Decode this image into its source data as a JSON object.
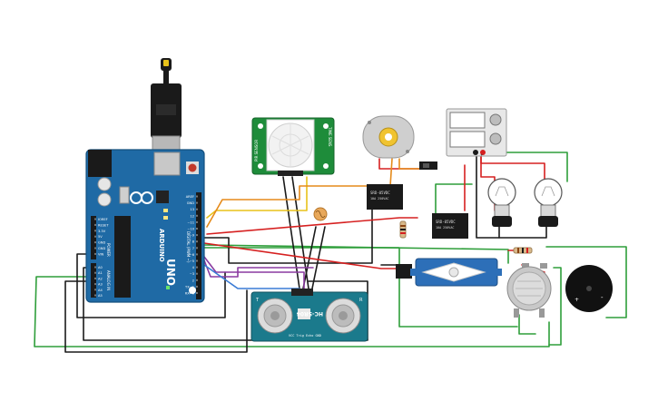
{
  "colors": {
    "board": "#1f6aa5",
    "board_dark": "#14507e",
    "wire_black": "#1a1a1a",
    "wire_red": "#d62020",
    "wire_green": "#2e9e3a",
    "wire_yellow": "#e8c21a",
    "wire_orange": "#e58a1a",
    "wire_purple": "#8a3aa0",
    "wire_blue": "#3a7bd5",
    "pir_board": "#1e8c3a",
    "sonar_board": "#1b7a8c",
    "relay": "#1a1a1a",
    "servo": "#2d6fb8",
    "buzzer": "#111111"
  },
  "arduino": {
    "brand_label": "ARDUINO",
    "model_label": "UNO",
    "power_header": "POWER",
    "analog_header": "ANALOG IN",
    "digital_header": "DIGITAL (PWM ~)",
    "power_pins": [
      "IOREF",
      "RESET",
      "3.3V",
      "5V",
      "GND",
      "GND",
      "VIN"
    ],
    "analog_pins": [
      "A0",
      "A1",
      "A2",
      "A3",
      "A4",
      "A5"
    ],
    "digital_pins": [
      "AREF",
      "GND",
      "13",
      "12",
      "~11",
      "~10",
      "~9",
      "8",
      "7",
      "~6",
      "~5",
      "4",
      "~3",
      "2",
      "TX→1",
      "RX←0"
    ]
  },
  "pir": {
    "left_label": "PIR SENSOR",
    "right_label": "TIME SENS"
  },
  "sonar": {
    "model": "HC-SR04",
    "left_eye": "T",
    "right_eye": "R",
    "bottom_text": "VCC Trig Echo GND"
  },
  "relays": [
    {
      "id": "relay-1",
      "line1": "SRD-05VDC",
      "line2": "10A 250VAC"
    },
    {
      "id": "relay-2",
      "line1": "SRD-05VDC",
      "line2": "10A 250VAC"
    }
  ],
  "power_supply": {
    "plus": "+",
    "minus": "-"
  },
  "buzzer": {
    "plus": "+",
    "minus": "-"
  },
  "icons": [
    "usb-cable-icon",
    "dc-motor-icon",
    "light-bulb-icon",
    "servo-icon",
    "buzzer-icon",
    "photoresistor-icon",
    "gas-sensor-icon",
    "resistor-icon"
  ]
}
